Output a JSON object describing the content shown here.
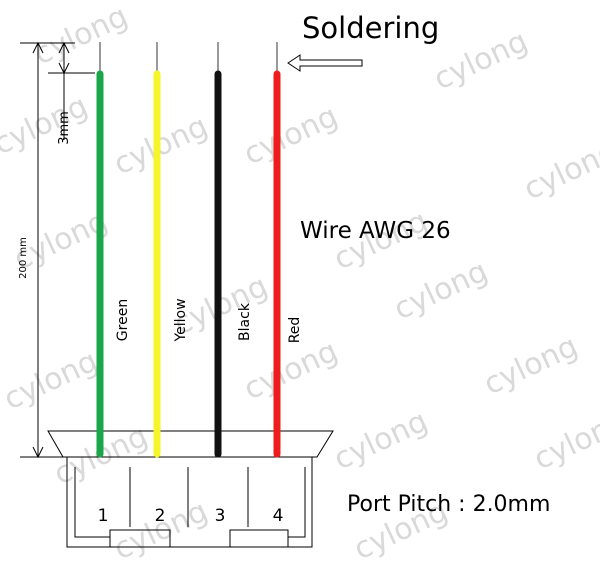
{
  "title": "Soldering",
  "wire_spec": "Wire AWG 26",
  "port_pitch": "Port Pitch : 2.0mm",
  "dimensions": {
    "total_length": "200 mm",
    "strip_length": "3mm"
  },
  "watermark": "cylong",
  "wires": [
    {
      "label": "Green",
      "pin": "1",
      "color": "#1aa64a"
    },
    {
      "label": "Yellow",
      "pin": "2",
      "color": "#f5f52a"
    },
    {
      "label": "Black",
      "pin": "3",
      "color": "#111111"
    },
    {
      "label": "Red",
      "pin": "4",
      "color": "#ee1c1c"
    }
  ]
}
